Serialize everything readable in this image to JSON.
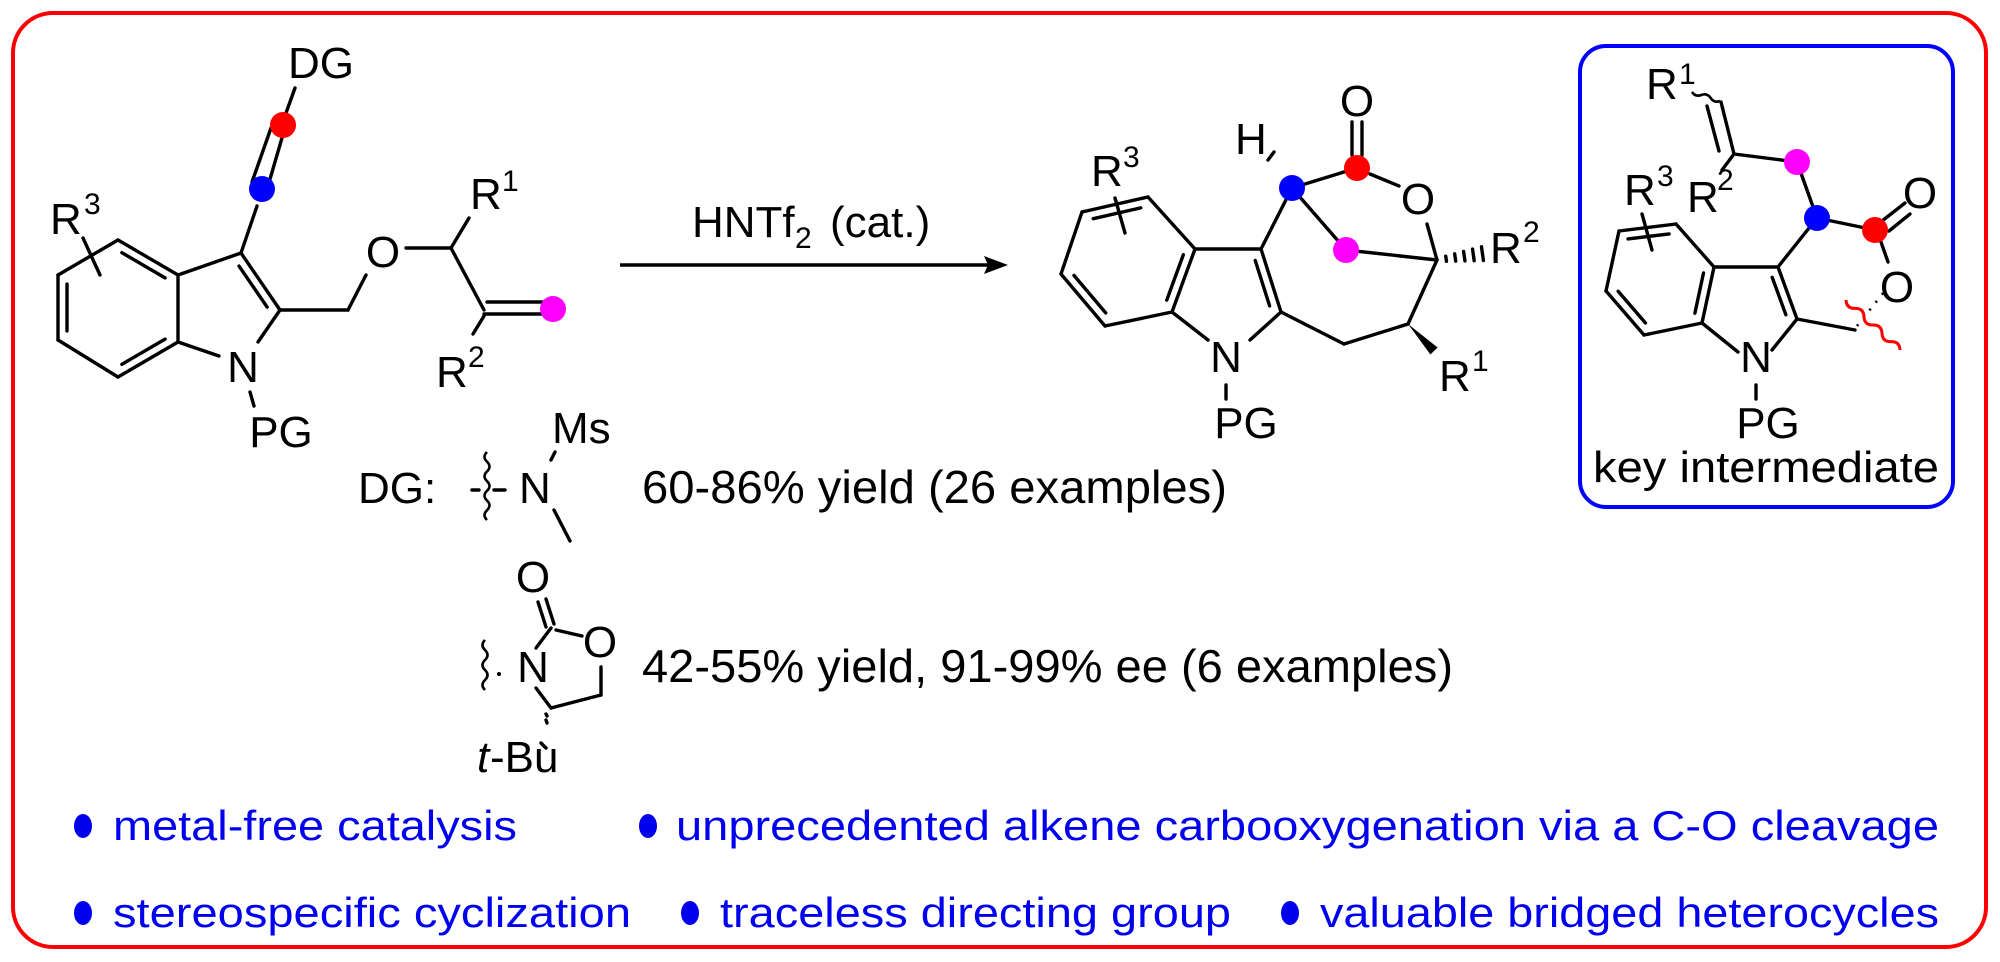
{
  "colors": {
    "frame": "#ff0000",
    "box": "#0000ff",
    "dot_red": "#ff0000",
    "dot_blue": "#0000ff",
    "dot_pink": "#ff00ff",
    "feature_text": "#0000ee"
  },
  "reactant": {
    "dg": "DG",
    "r3": "R",
    "r3_sup": "3",
    "o": "O",
    "r1": "R",
    "r1_sup": "1",
    "r2": "R",
    "r2_sup": "2",
    "n": "N",
    "pg": "PG"
  },
  "arrow": {
    "reagent": "HNTf",
    "reagent_sub": "2",
    "condition": "(cat.)"
  },
  "product": {
    "o_carbonyl": "O",
    "h": "H",
    "o_ring": "O",
    "r3": "R",
    "r3_sup": "3",
    "r2": "R",
    "r2_sup": "2",
    "r1": "R",
    "r1_sup": "1",
    "n": "N",
    "pg": "PG"
  },
  "intermediate": {
    "r1": "R",
    "r1_sup": "1",
    "r2": "R",
    "r2_sup": "2",
    "r3": "R",
    "r3_sup": "3",
    "o_carbonyl": "O",
    "o_lower": "O",
    "n": "N",
    "pg": "PG",
    "caption": "key intermediate"
  },
  "directing_groups": {
    "label": "DG:",
    "group1": {
      "n": "N",
      "ms": "Ms",
      "result": "60-86% yield (26 examples)"
    },
    "group2": {
      "n": "N",
      "o_carbonyl": "O",
      "o_ring": "O",
      "tbu_t": "t",
      "tbu_rest": "-Bu",
      "result": "42-55% yield, 91-99% ee (6 examples)"
    }
  },
  "features": [
    "metal-free catalysis",
    "unprecedented alkene carbooxygenation via a C-O cleavage",
    "stereospecific cyclization",
    "traceless directing group",
    "valuable bridged heterocycles"
  ]
}
